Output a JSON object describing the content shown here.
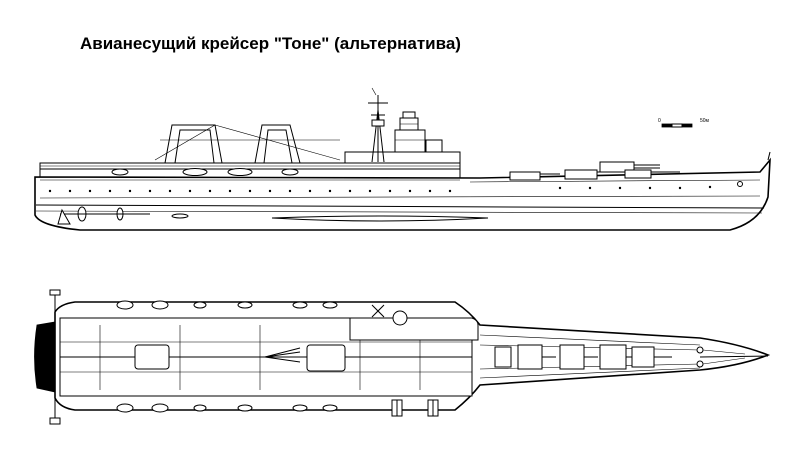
{
  "title": "Авианесущий крейсер \"Тоне\" (альтернатива)",
  "scale": {
    "start": "0",
    "end": "50м"
  },
  "colors": {
    "line": "#000000",
    "background": "#ffffff"
  }
}
